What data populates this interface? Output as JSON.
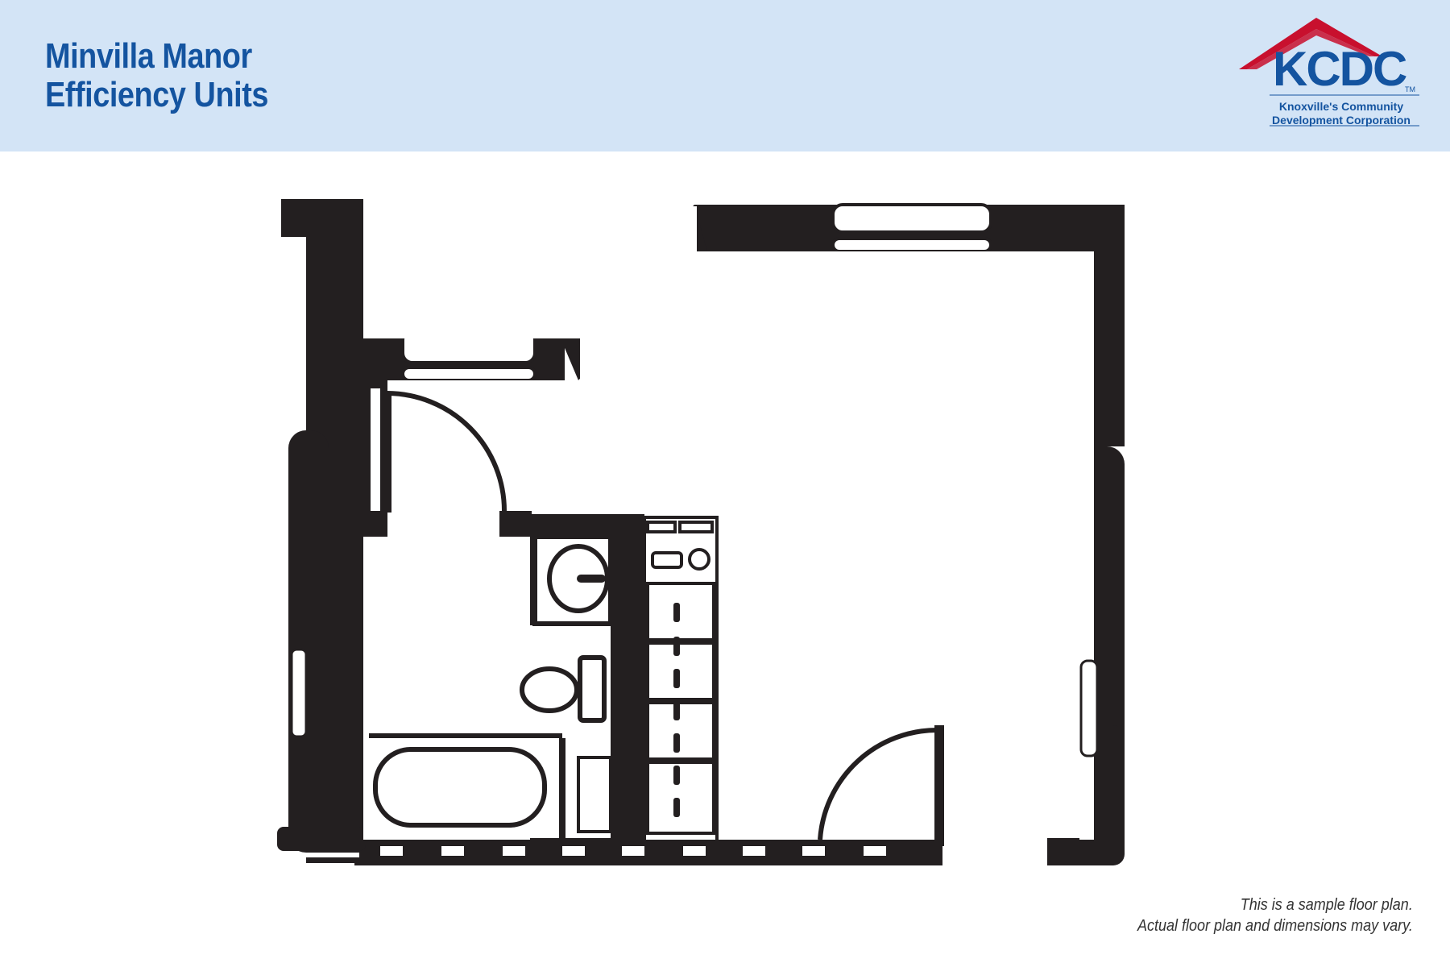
{
  "header": {
    "title_line1": "Minvilla Manor",
    "title_line2": "Efficiency Units",
    "background": "#d3e4f6",
    "title_color": "#1454a0"
  },
  "logo": {
    "wordmark": "KCDC",
    "trademark": "TM",
    "subtitle_line1": "Knoxville's Community",
    "subtitle_line2": "Development Corporation",
    "roof_color": "#c8102e",
    "text_color": "#1454a0"
  },
  "floor_plan": {
    "fixtures": [
      "bathtub",
      "toilet",
      "sink",
      "closet",
      "kitchen-counter",
      "entry-door",
      "bathroom-door",
      "windows"
    ],
    "wall_color": "#231f20"
  },
  "footnote": {
    "line1": "This is a sample floor plan.",
    "line2": "Actual floor plan and dimensions may vary."
  }
}
